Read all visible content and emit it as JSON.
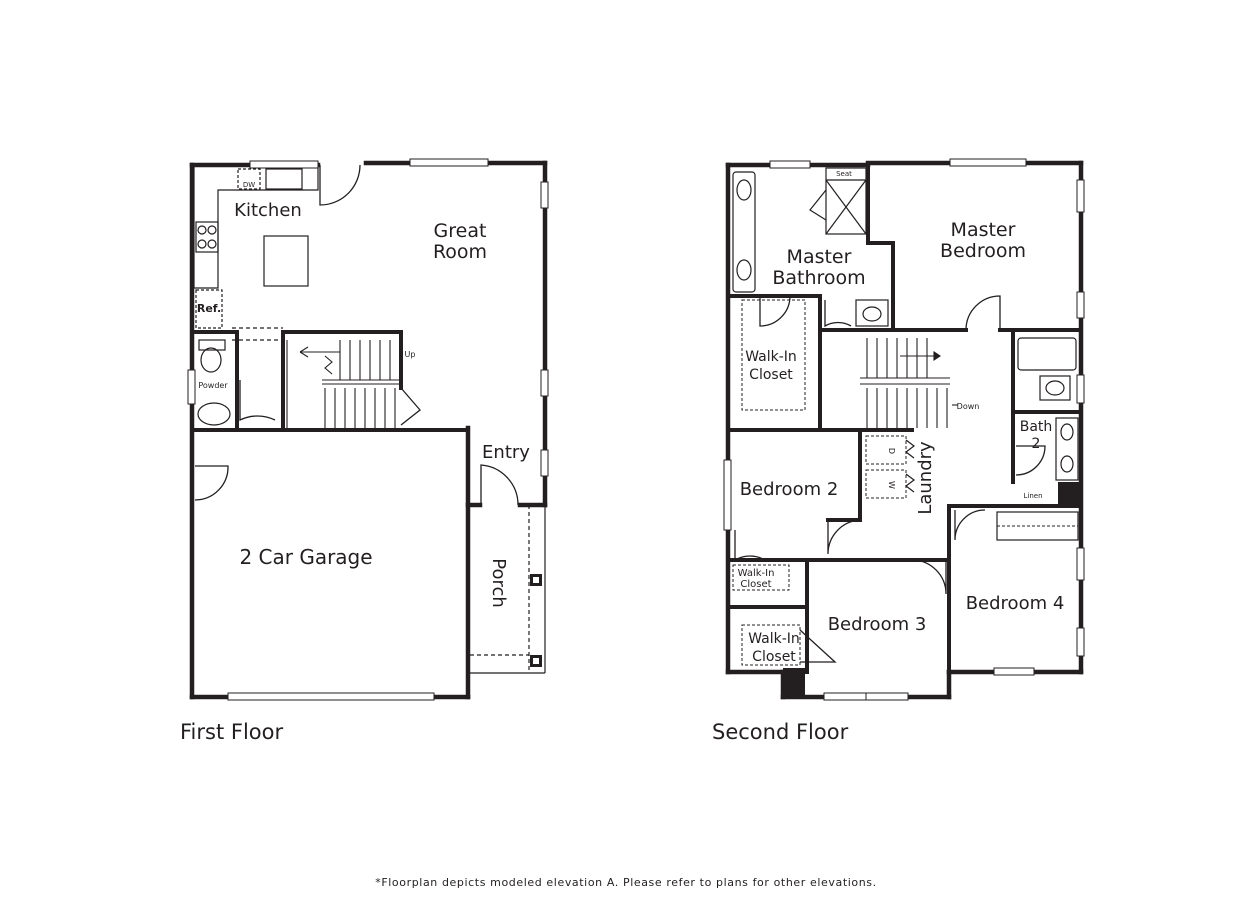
{
  "first_floor": {
    "title": "First Floor",
    "rooms": {
      "kitchen": "Kitchen",
      "great_room_line1": "Great",
      "great_room_line2": "Room",
      "ref": "Ref.",
      "dw": "DW",
      "up": "Up",
      "powder": "Powder",
      "entry": "Entry",
      "garage": "2 Car Garage",
      "porch": "Porch"
    }
  },
  "second_floor": {
    "title": "Second Floor",
    "rooms": {
      "seat": "Seat",
      "master_bath_line1": "Master",
      "master_bath_line2": "Bathroom",
      "master_bed_line1": "Master",
      "master_bed_line2": "Bedroom",
      "wic_main_line1": "Walk-In",
      "wic_main_line2": "Closet",
      "down": "Down",
      "bath2_line1": "Bath",
      "bath2_line2": "2",
      "bedroom2": "Bedroom 2",
      "dryer": "D",
      "washer": "W",
      "laundry": "Laundry",
      "linen": "Linen",
      "wic_b2_line1": "Walk-In",
      "wic_b2_line2": "Closet",
      "bedroom3": "Bedroom 3",
      "bedroom4": "Bedroom 4",
      "wic_b3_line1": "Walk-In",
      "wic_b3_line2": "Closet"
    }
  },
  "footnote": "*Floorplan depicts modeled elevation A. Please refer to plans for other elevations.",
  "colors": {
    "wall": "#231f20",
    "background": "#ffffff"
  }
}
